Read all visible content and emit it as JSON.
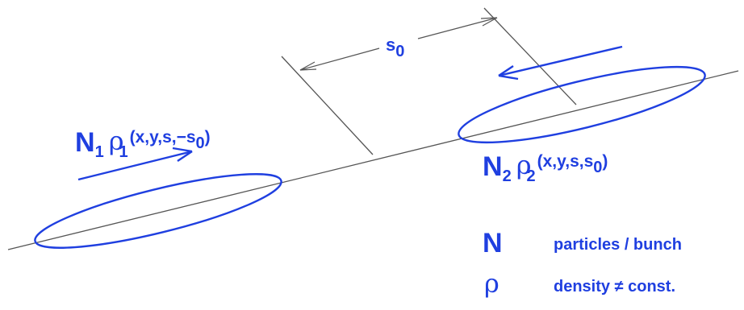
{
  "distance_label": {
    "symbol": "s",
    "subscript": "0"
  },
  "bunch1": {
    "N": "N",
    "N_sub": "1",
    "rho": "ρ",
    "rho_sub": "1",
    "args": "(x,y,s,−s",
    "args_sub": "0",
    "args_close": ")"
  },
  "bunch2": {
    "N": "N",
    "N_sub": "2",
    "rho": "ρ",
    "rho_sub": "2",
    "args": "(x,y,s,s",
    "args_sub": "0",
    "args_close": ")"
  },
  "legend": [
    {
      "symbol": "N",
      "text": "particles / bunch"
    },
    {
      "symbol": "ρ",
      "text": "density  ≠ const."
    }
  ],
  "colors": {
    "accent": "#1f3fe0",
    "line": "#555555"
  }
}
